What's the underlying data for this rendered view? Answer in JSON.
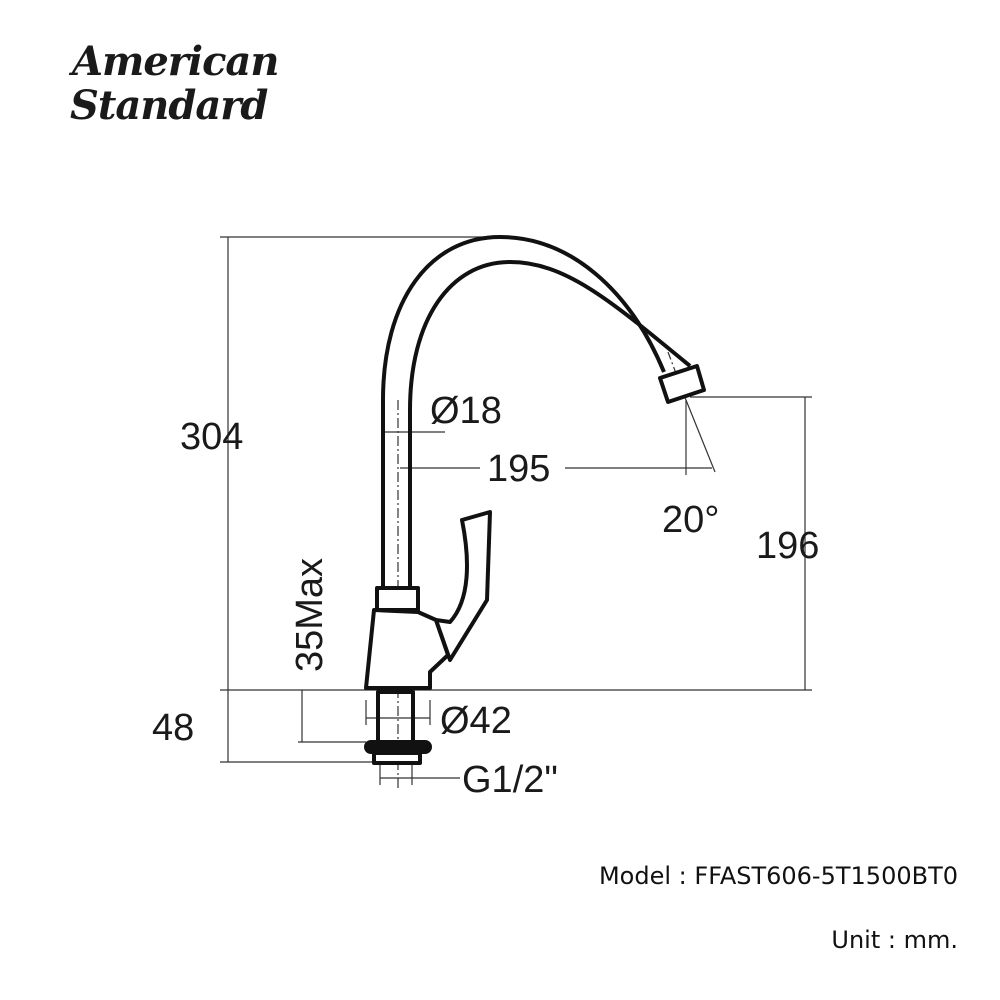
{
  "brand": {
    "line1": "American",
    "line2": "Standard"
  },
  "dimensions": {
    "total_height": "304",
    "pipe_diameter": "Ø18",
    "reach": "195",
    "spout_angle": "20°",
    "spout_height": "196",
    "deck_thickness": "35Max",
    "below_deck": "48",
    "base_diameter": "Ø42",
    "thread": "G1/2\""
  },
  "model": {
    "label": "Model",
    "separator": ":",
    "value": "FFAST606-5T1500BT0"
  },
  "unit": {
    "label": "Unit",
    "separator": ":",
    "value": "mm."
  }
}
